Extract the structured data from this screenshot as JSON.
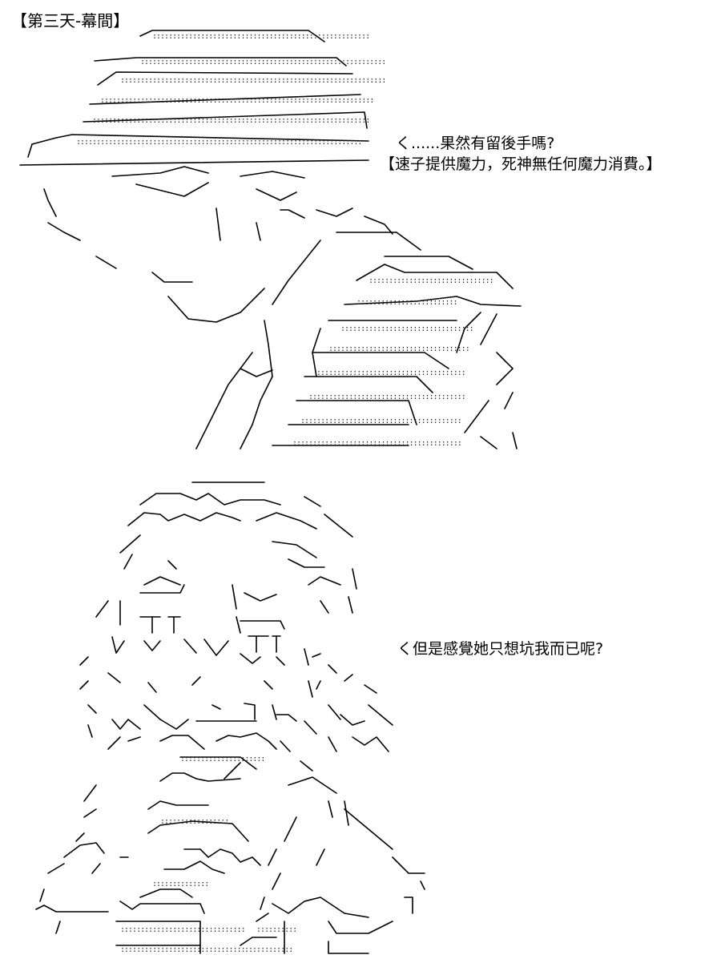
{
  "chapter": {
    "title": "【第三天-幕間】"
  },
  "panel_1": {
    "dialogue_1": "く......果然有留後手嗎?",
    "dialogue_2": "【速子提供魔力，死神無任何魔力消費。】"
  },
  "panel_2": {
    "dialogue_1": "く但是感覺她只想坑我而已呢?"
  }
}
